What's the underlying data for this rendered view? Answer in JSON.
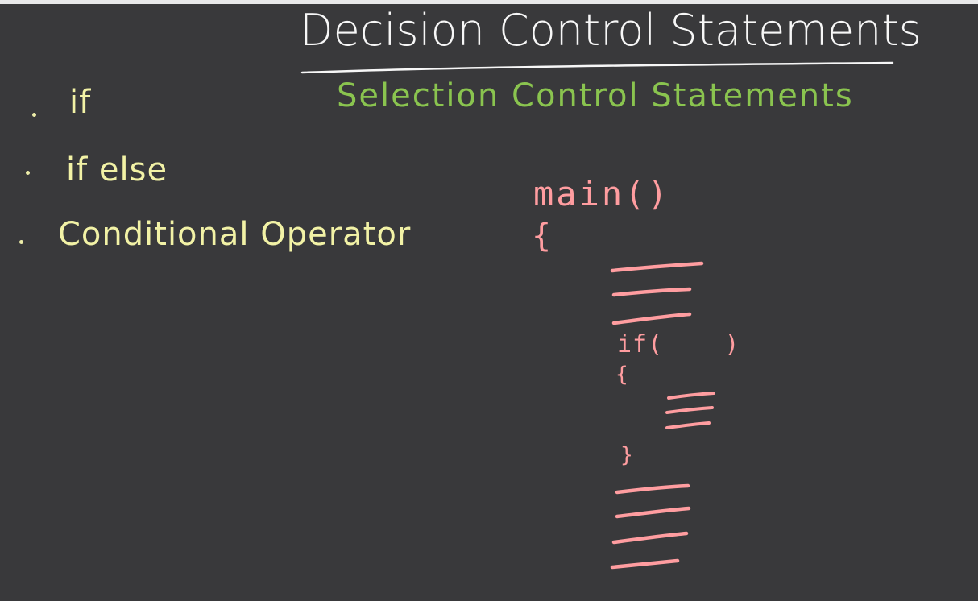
{
  "title": "Decision Control Statements",
  "subtitle": "Selection Control Statements",
  "bullets": [
    "if",
    "if else",
    "Conditional Operator"
  ],
  "code": {
    "main": "main()",
    "open_brace": "{",
    "if_stmt": "if(    )",
    "inner_open": "{",
    "inner_close": "}"
  },
  "colors": {
    "background": "#39393b",
    "title": "#f7f7f7",
    "subtitle": "#8ac44f",
    "bullets": "#f2f2a6",
    "code": "#ff9da0"
  }
}
